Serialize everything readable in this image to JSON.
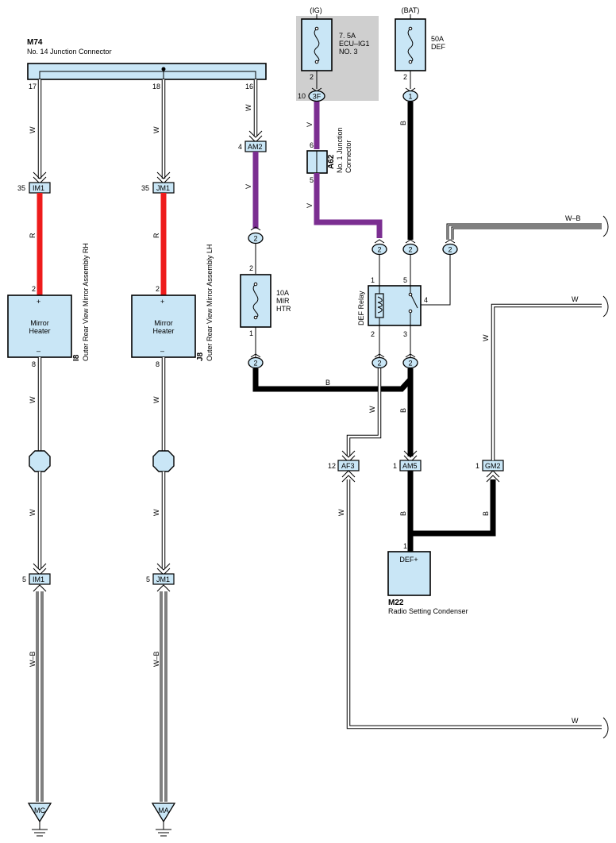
{
  "colors": {
    "red": "#ee1c1c",
    "violet": "#7b2e91",
    "box": "#c9e6f6",
    "shade": "#cfcfcf",
    "black": "#000000"
  },
  "m74": {
    "code": "M74",
    "name": "No.  14 Junction Connector",
    "pins": {
      "p17": "17",
      "p18": "18",
      "p16": "16"
    }
  },
  "fuses": {
    "ig": {
      "source": "(IG)",
      "label1": "7. 5A",
      "label2": "ECU–IG1",
      "label3": "NO. 3",
      "pin_top": "2",
      "conn_pin": "10",
      "conn": "3F"
    },
    "bat": {
      "source": "(BAT)",
      "label1": "50A",
      "label2": "DEF",
      "pin_top": "2",
      "conn": "1"
    },
    "mir": {
      "label1": "10A",
      "label2": "MIR",
      "label3": "HTR",
      "pin_top": "2",
      "pin_bot": "1"
    }
  },
  "a62": {
    "code": "A62",
    "name1": "No. 1 Junction",
    "name2": "Connector",
    "pin_top": "6",
    "pin_bot": "5"
  },
  "connectors": {
    "im1_top": {
      "label": "IM1",
      "pin": "35"
    },
    "jm1_top": {
      "label": "JM1",
      "pin": "35"
    },
    "am2": {
      "label": "AM2",
      "pin": "4"
    },
    "af3": {
      "label": "AF3",
      "pin": "12"
    },
    "am5": {
      "label": "AM5",
      "pin": "1"
    },
    "gm2": {
      "label": "GM2",
      "pin": "1"
    },
    "im1_bot": {
      "label": "IM1",
      "pin": "5"
    },
    "jm1_bot": {
      "label": "JM1",
      "pin": "5"
    },
    "c2": "2"
  },
  "mirror_rh": {
    "title1": "Mirror",
    "title2": "Heater",
    "plus": "+",
    "minus": "–",
    "pin_top": "2",
    "pin_bot": "8",
    "code": "I8",
    "name": "Outer Rear View Mirror Assembly RH"
  },
  "mirror_lh": {
    "title1": "Mirror",
    "title2": "Heater",
    "plus": "+",
    "minus": "–",
    "pin_top": "2",
    "pin_bot": "8",
    "code": "J8",
    "name": "Outer Rear View Mirror Assembly LH"
  },
  "relay": {
    "name": "DEF Relay",
    "pin1": "1",
    "pin2": "2",
    "pin3": "3",
    "pin4": "4",
    "pin5": "5"
  },
  "m22": {
    "code": "M22",
    "name": "Radio Setting Condenser",
    "label": "DEF+",
    "pin": "1"
  },
  "wire_colors": {
    "w": "W",
    "r": "R",
    "v": "V",
    "b": "B",
    "wb": "W–B"
  },
  "grounds": {
    "left": "MC",
    "right": "MA"
  }
}
